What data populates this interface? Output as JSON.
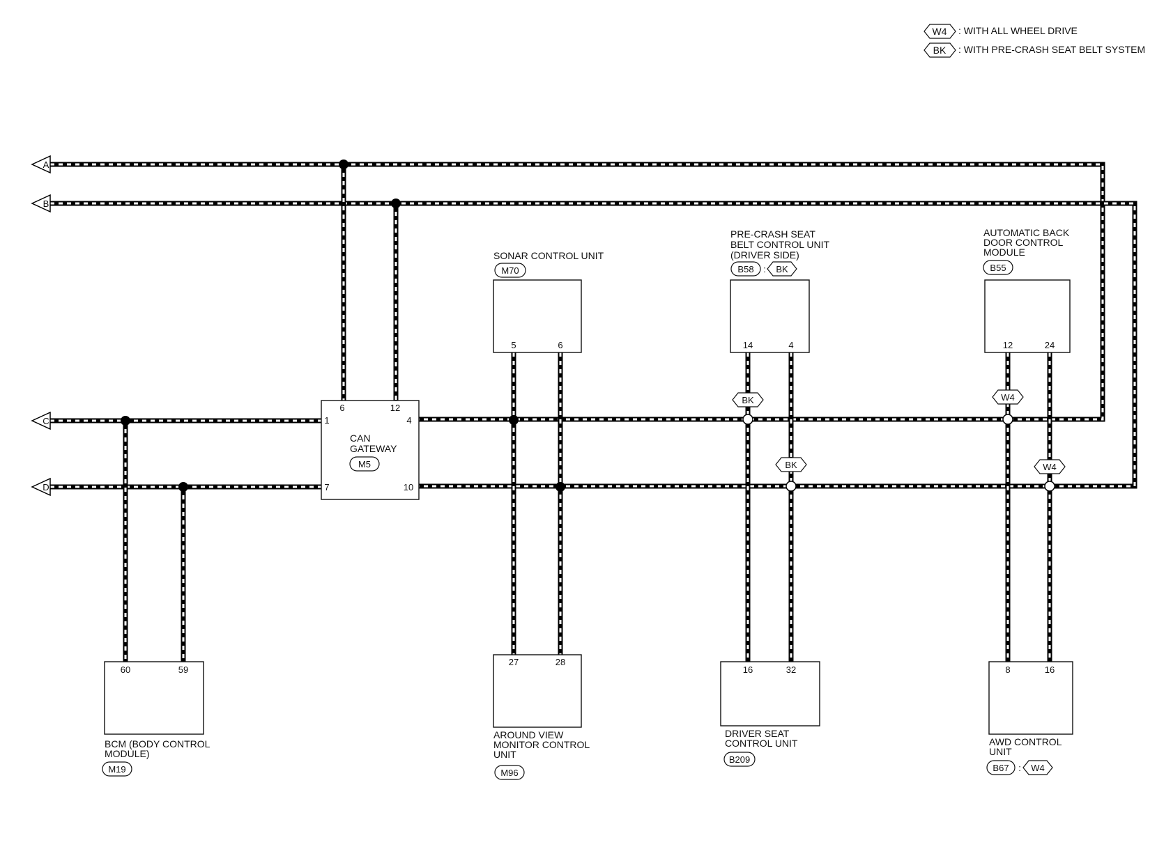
{
  "legend": [
    {
      "code": "W4",
      "text": ": WITH ALL WHEEL DRIVE"
    },
    {
      "code": "BK",
      "text": ": WITH PRE-CRASH SEAT BELT SYSTEM"
    }
  ],
  "buses": {
    "a": "A",
    "b": "B",
    "c": "C",
    "d": "D"
  },
  "can_gateway": {
    "name_line1": "CAN",
    "name_line2": "GATEWAY",
    "connector": "M5",
    "pins": {
      "p6": "6",
      "p12": "12",
      "p1": "1",
      "p4": "4",
      "p7": "7",
      "p10": "10"
    }
  },
  "sonar": {
    "name": "SONAR CONTROL UNIT",
    "connector": "M70",
    "pins": {
      "a": "5",
      "b": "6"
    }
  },
  "precrash": {
    "name_line1": "PRE-CRASH SEAT",
    "name_line2": "BELT CONTROL UNIT",
    "name_line3": "(DRIVER SIDE)",
    "connector": "B58",
    "condition": "BK",
    "pins": {
      "a": "14",
      "b": "4"
    }
  },
  "backdoor": {
    "name_line1": "AUTOMATIC BACK",
    "name_line2": "DOOR CONTROL",
    "name_line3": "MODULE",
    "connector": "B55",
    "pins": {
      "a": "12",
      "b": "24"
    }
  },
  "bcm": {
    "name_line1": "BCM (BODY CONTROL",
    "name_line2": "MODULE)",
    "connector": "M19",
    "pins": {
      "a": "60",
      "b": "59"
    }
  },
  "avm": {
    "name_line1": "AROUND VIEW",
    "name_line2": "MONITOR CONTROL",
    "name_line3": "UNIT",
    "connector": "M96",
    "pins": {
      "a": "27",
      "b": "28"
    }
  },
  "driver_seat": {
    "name_line1": "DRIVER SEAT",
    "name_line2": "CONTROL UNIT",
    "connector": "B209",
    "pins": {
      "a": "16",
      "b": "32"
    }
  },
  "awd": {
    "name_line1": "AWD CONTROL",
    "name_line2": "UNIT",
    "connector": "B67",
    "condition": "W4",
    "pins": {
      "a": "8",
      "b": "16"
    }
  },
  "wire_tags": {
    "bk_c": "BK",
    "bk_d": "BK",
    "w4_c": "W4",
    "w4_d": "W4"
  }
}
